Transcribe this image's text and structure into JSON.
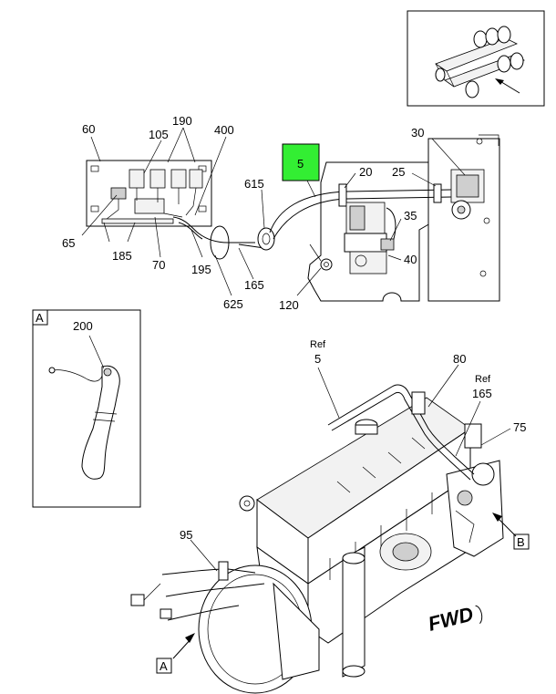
{
  "callouts": {
    "c60": "60",
    "c105": "105",
    "c190": "190",
    "c400": "400",
    "c5_highlight": "5",
    "c30": "30",
    "c615": "615",
    "c20": "20",
    "c25": "25",
    "c35": "35",
    "c40": "40",
    "c65": "65",
    "c185": "185",
    "c70": "70",
    "c195": "195",
    "c165": "165",
    "c625": "625",
    "c120": "120",
    "c200": "200",
    "ref5_a": "Ref",
    "ref5_b": "5",
    "c80": "80",
    "ref165_a": "Ref",
    "ref165_b": "165",
    "c75": "75",
    "c95": "95"
  },
  "view_tags": {
    "detail_a_box": "A",
    "tag_a_bottom": "A",
    "tag_b": "B"
  },
  "fwd_text": "FWD",
  "highlight_color": "#33ee33"
}
